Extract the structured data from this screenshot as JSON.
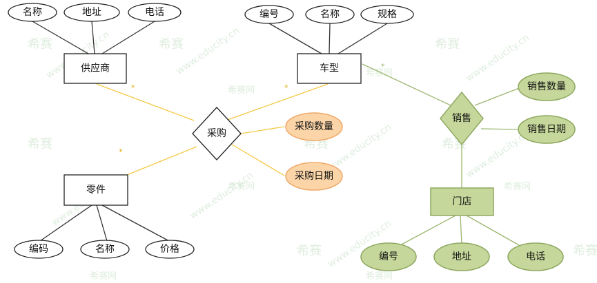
{
  "watermark": {
    "brand": "希赛",
    "site": "www.educity.cn",
    "net": "希赛网"
  },
  "entities": {
    "supplier": "供应商",
    "vehicle_model": "车型",
    "part": "零件",
    "store": "门店"
  },
  "relationships": {
    "purchase": "采购",
    "sales": "销售"
  },
  "attributes": {
    "supplier_name": "名称",
    "supplier_address": "地址",
    "supplier_phone": "电话",
    "model_number": "编号",
    "model_name": "名称",
    "model_spec": "规格",
    "purchase_qty": "采购数量",
    "purchase_date": "采购日期",
    "sales_qty": "销售数量",
    "sales_date": "销售日期",
    "part_code": "编码",
    "part_name": "名称",
    "part_price": "价格",
    "store_number": "编号",
    "store_address": "地址",
    "store_phone": "电话"
  },
  "cardinality_marks": [
    "*",
    "*",
    "*",
    "*"
  ],
  "colors": {
    "black_line": "#333333",
    "purchase_line": "#f5c842",
    "sales_line": "#9bb56e",
    "orange_fill": "#fbd5a8",
    "orange_stroke": "#f0a868",
    "green_fill": "#c5d79a",
    "green_stroke": "#8ea860"
  }
}
